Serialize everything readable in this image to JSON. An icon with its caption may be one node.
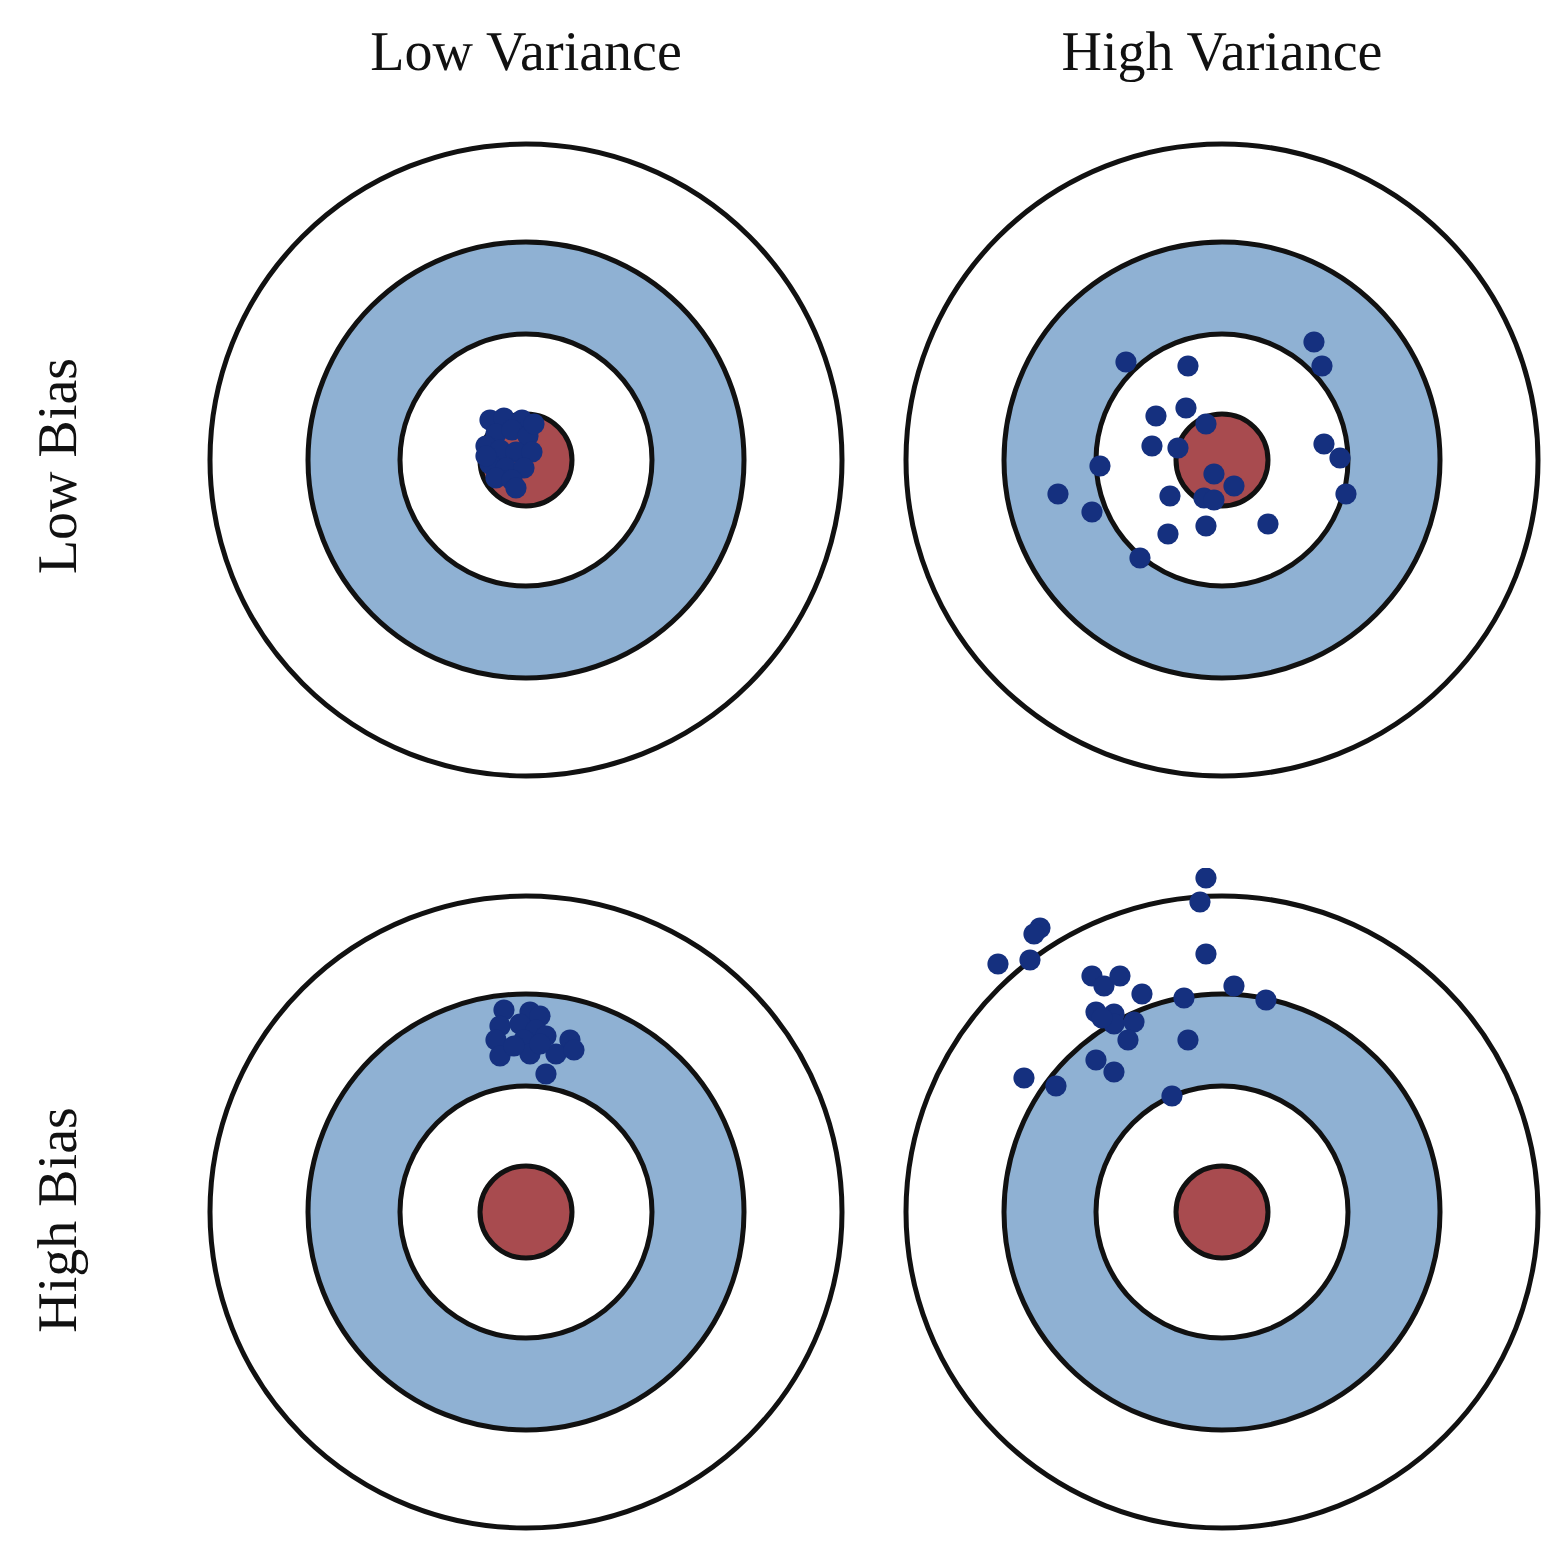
{
  "diagram": {
    "labels": [
      "Low Variance",
      "High Variance",
      "Low Bias",
      "High Bias"
    ]
  }
}
